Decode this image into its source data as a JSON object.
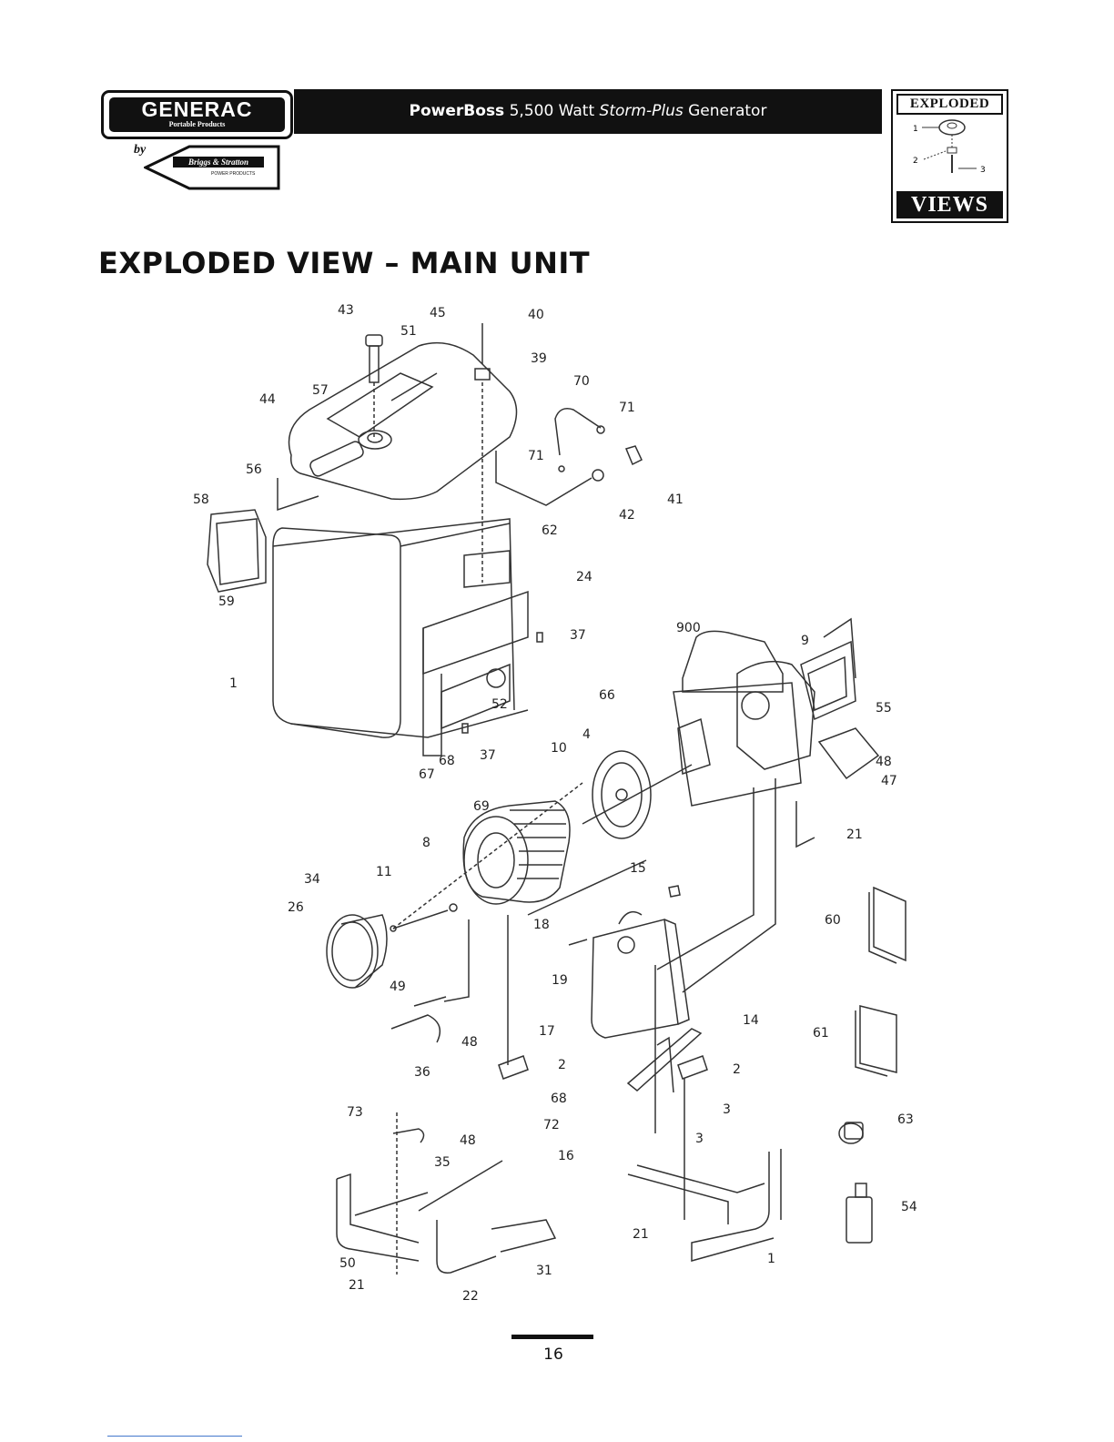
{
  "header": {
    "logo_brand": "GENERAC",
    "logo_sub": "Portable Products",
    "by_label": "by",
    "partner_brand": "Briggs & Stratton",
    "partner_sub": "POWER PRODUCTS",
    "title_bold": "PowerBoss",
    "title_regular": "5,500 Watt",
    "title_italic": "Storm-Plus",
    "title_end": "Generator",
    "badge_top": "EXPLODED",
    "badge_bottom": "VIEWS",
    "badge_nums": [
      "1",
      "2",
      "3"
    ]
  },
  "heading": "EXPLODED VIEW – MAIN UNIT",
  "callouts": [
    "43",
    "45",
    "40",
    "51",
    "39",
    "57",
    "44",
    "70",
    "71",
    "71",
    "41",
    "42",
    "56",
    "58",
    "62",
    "24",
    "59",
    "37",
    "900",
    "9",
    "1",
    "52",
    "66",
    "55",
    "37",
    "4",
    "48",
    "68",
    "10",
    "47",
    "67",
    "69",
    "21",
    "8",
    "15",
    "34",
    "11",
    "26",
    "18",
    "60",
    "19",
    "49",
    "17",
    "14",
    "61",
    "48",
    "2",
    "36",
    "2",
    "68",
    "3",
    "73",
    "72",
    "16",
    "3",
    "48",
    "63",
    "35",
    "54",
    "21",
    "1",
    "50",
    "31",
    "21",
    "22"
  ],
  "footer": {
    "page_number": "16"
  }
}
